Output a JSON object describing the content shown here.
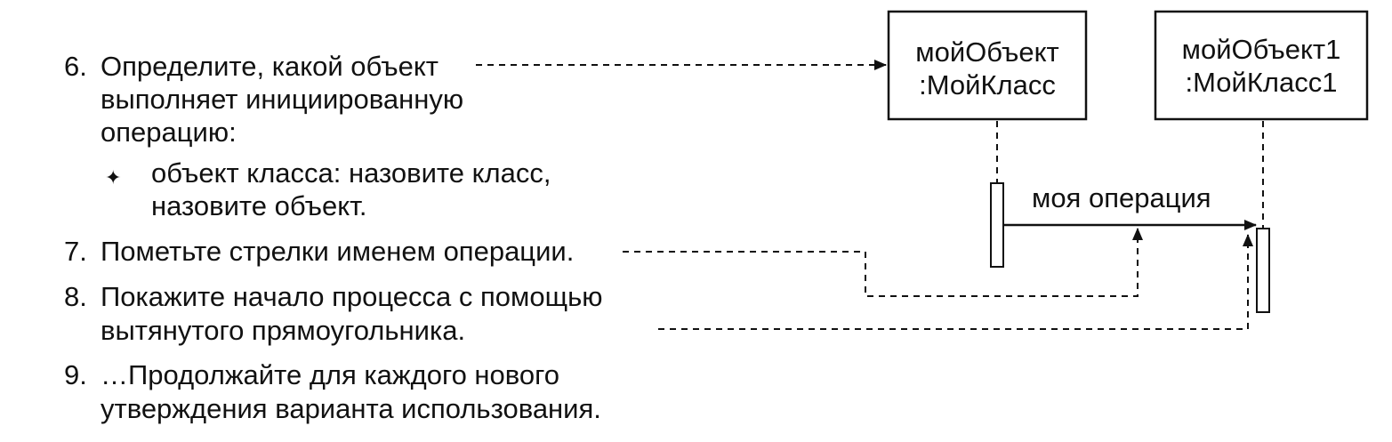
{
  "steps": [
    {
      "number": "6.",
      "lines": [
        "Определите, какой объект",
        "выполняет инициированную",
        "операцию:"
      ]
    },
    {
      "number": "7.",
      "lines": [
        "Пометьте стрелки именем операции."
      ]
    },
    {
      "number": "8.",
      "lines": [
        "Покажите начало процесса с помощью",
        "вытянутого прямоугольника."
      ]
    },
    {
      "number": "9.",
      "lines": [
        "…Продолжайте для каждого нового",
        "утверждения варианта использования."
      ]
    }
  ],
  "sub_item": {
    "bullet": "✦",
    "lines": [
      "объект класса: назовите класс,",
      "назовите объект."
    ]
  },
  "objects": [
    {
      "line1": "мойОбъект",
      "line2": ":МойКласс"
    },
    {
      "line1": "мойОбъект1",
      "line2": ":МойКласс1"
    }
  ],
  "message": {
    "label": "моя операция"
  }
}
